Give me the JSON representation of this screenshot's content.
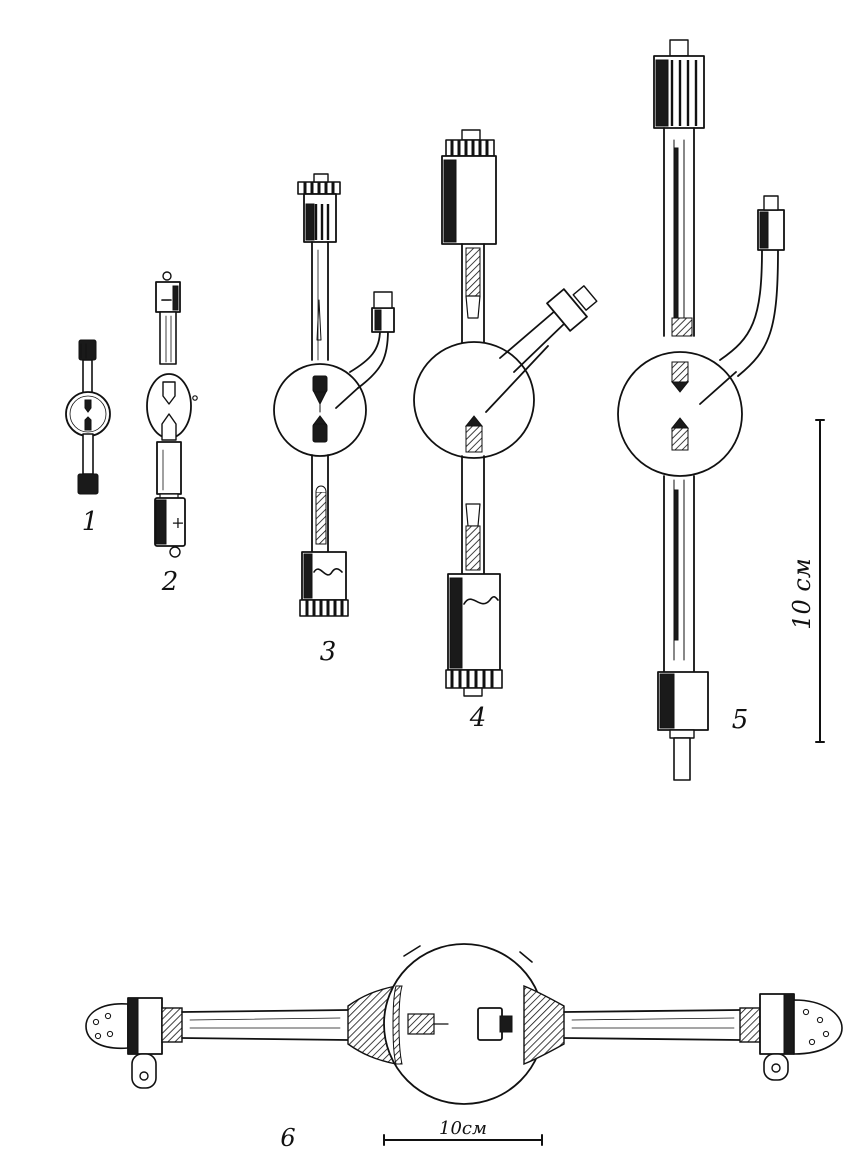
{
  "figure": {
    "lamp_labels": [
      "1",
      "2",
      "3",
      "4",
      "5",
      "6"
    ],
    "scale_bar_vertical_label": "10 см",
    "scale_bar_horizontal_label": "10см",
    "lamp2_polarity_top": "−",
    "lamp2_polarity_bottom": "+"
  }
}
